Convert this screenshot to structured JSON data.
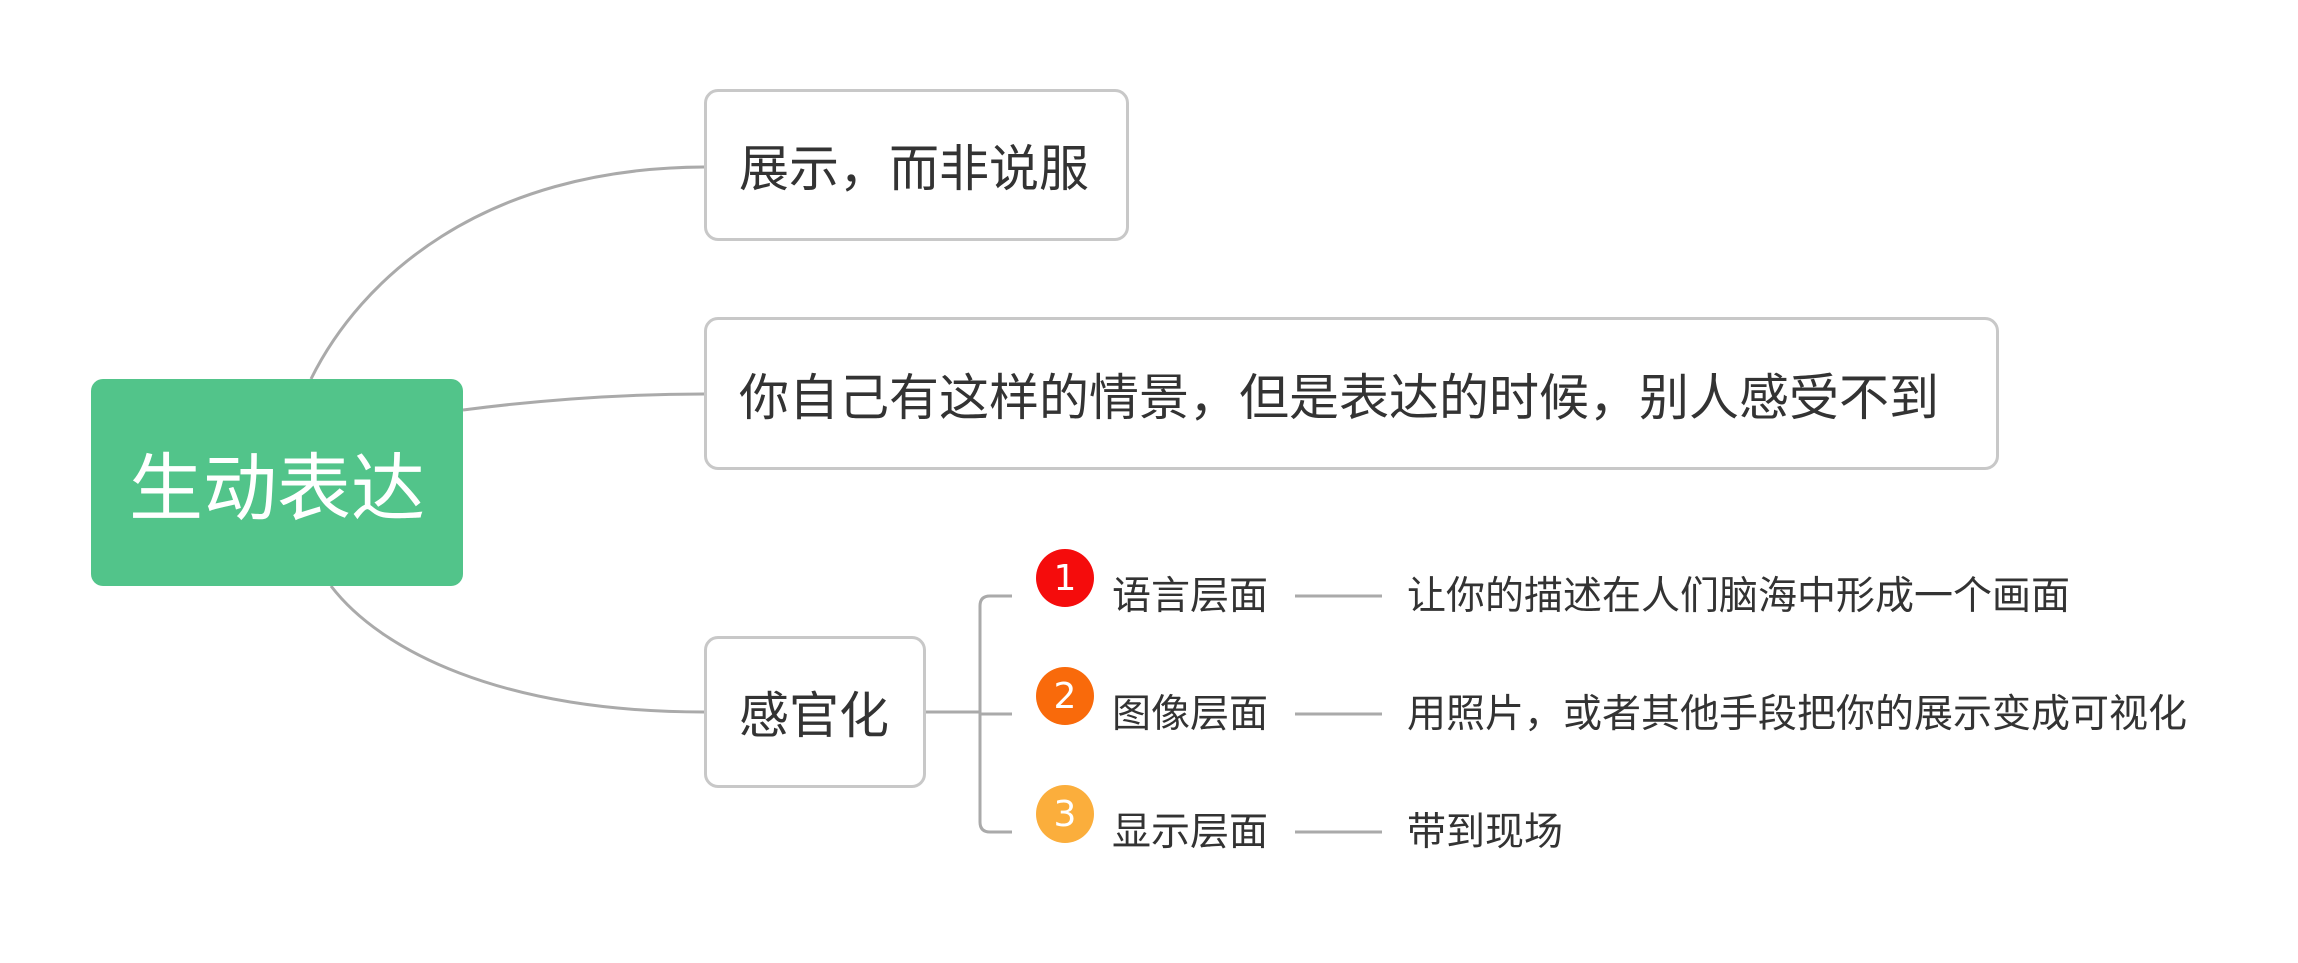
{
  "root": {
    "label": "生动表达",
    "color": "#52c48a"
  },
  "topics": [
    {
      "label": "展示，而非说服"
    },
    {
      "label": "你自己有这样的情景，但是表达的时候，别人感受不到"
    },
    {
      "label": "感官化",
      "subtopics": [
        {
          "number": "1",
          "label": "语言层面",
          "detail": "让你的描述在人们脑海中形成一个画面",
          "badge_color": "#f50c0c"
        },
        {
          "number": "2",
          "label": "图像层面",
          "detail": "用照片，或者其他手段把你的展示变成可视化",
          "badge_color": "#f96a0b"
        },
        {
          "number": "3",
          "label": "显示层面",
          "detail": "带到现场",
          "badge_color": "#fbae3c"
        }
      ]
    }
  ],
  "colors": {
    "line": "#aaaaaa",
    "border": "#c8c8c8",
    "text": "#333333"
  }
}
